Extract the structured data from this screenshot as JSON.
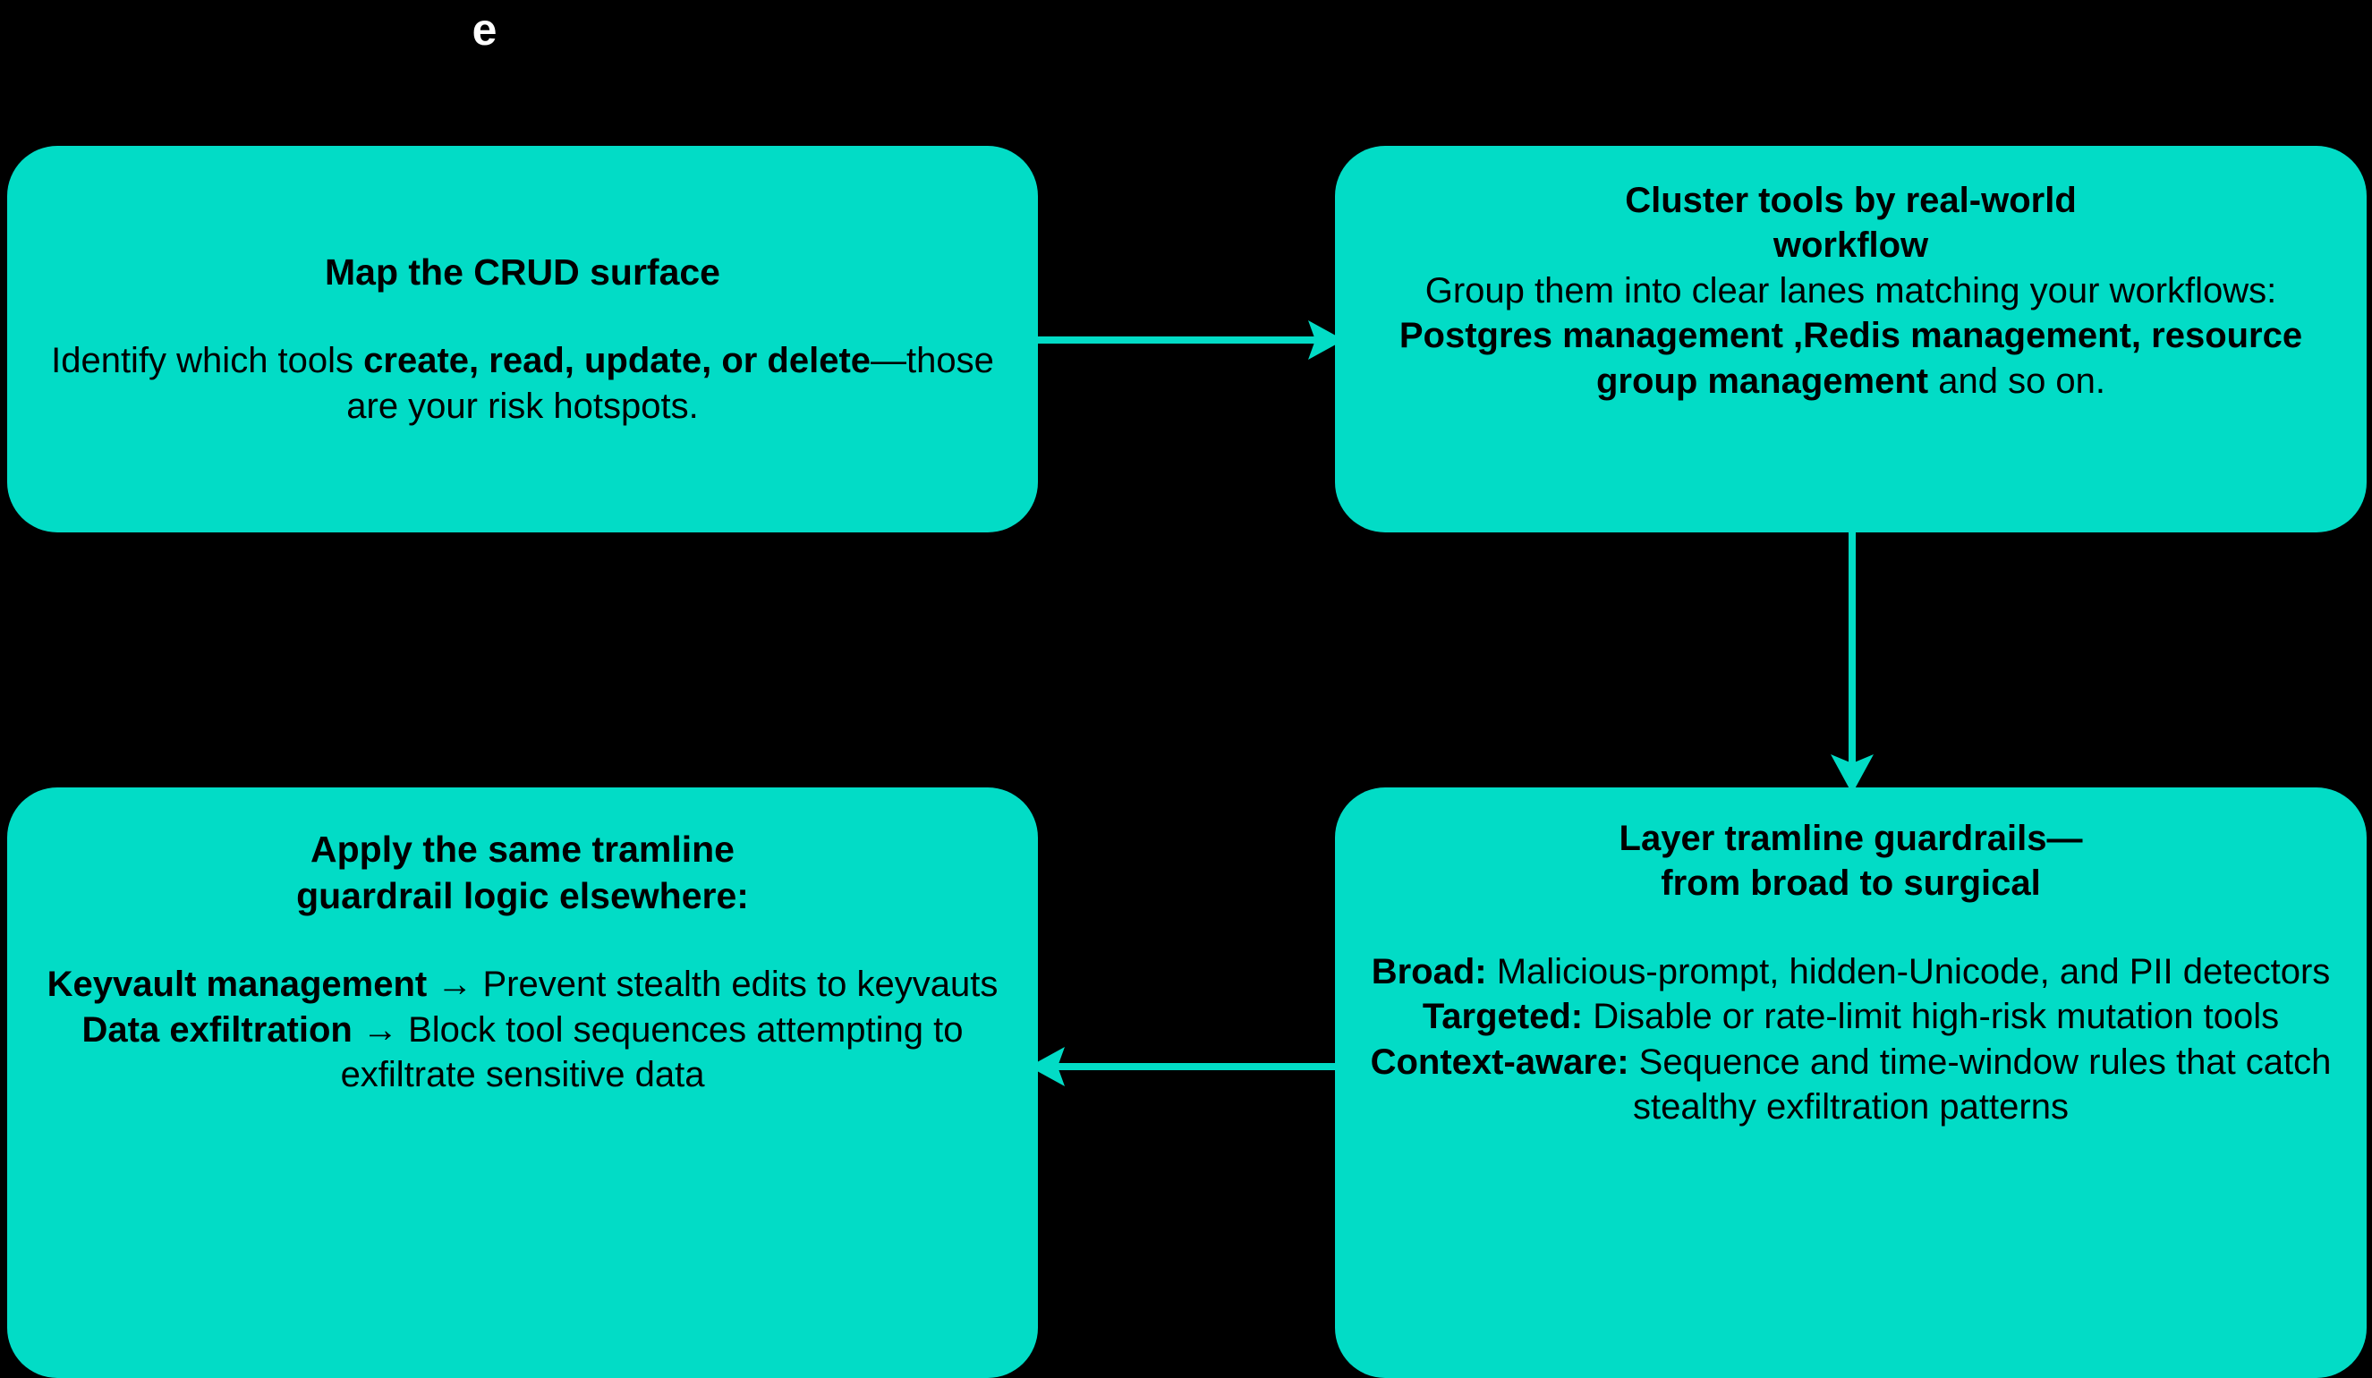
{
  "title": "e",
  "colors": {
    "background": "#000000",
    "node_fill": "#02DCC6",
    "node_text": "#000000",
    "title_text": "#ffffff",
    "arrow": "#02DCC6"
  },
  "nodes": [
    {
      "id": "map-crud",
      "title": "Map the CRUD surface",
      "body_plain": "Identify which tools create, read, update, or delete—those are your risk hotspots.",
      "body_html": "Identify which tools <b>create, read, update, or delete</b>—those are your risk hotspots."
    },
    {
      "id": "cluster-tools",
      "title": "Cluster tools by real-world\nworkflow",
      "body_plain": "Group them into clear lanes matching your workflows: Postgres management ,Redis management, resource group management and so on.",
      "body_html": "Group them into clear lanes matching your workflows: <b>Postgres management ,Redis management, resource group management</b> and so on."
    },
    {
      "id": "layer-guardrails",
      "title": "Layer tramline guardrails—\nfrom broad to surgical",
      "body_plain": "Broad: Malicious-prompt, hidden-Unicode, and PII detectors\nTargeted: Disable or rate-limit high-risk mutation tools\nContext-aware: Sequence and time-window rules that catch stealthy exfiltration patterns",
      "body_html": "<b>Broad:</b> Malicious-prompt, hidden-Unicode, and PII detectors<br><b>Targeted:</b> Disable or rate-limit high-risk mutation tools<br><b>Context-aware:</b> Sequence and time-window rules that catch stealthy exfiltration patterns"
    },
    {
      "id": "apply-tramline",
      "title": "Apply the same tramline\nguardrail logic elsewhere:",
      "body_plain": "Keyvault management → Prevent stealth edits to keyvauts\nData exfiltration → Block tool sequences attempting to exfiltrate sensitive data",
      "body_html": "<b>Keyvault management</b> → Prevent stealth edits to keyvauts<br><b>Data exfiltration</b> → Block tool sequences attempting to exfiltrate sensitive data"
    }
  ],
  "edges": [
    {
      "id": "edge-top",
      "from": "map-crud",
      "to": "cluster-tools",
      "direction": "right",
      "label": ""
    },
    {
      "id": "edge-right",
      "from": "cluster-tools",
      "to": "layer-guardrails",
      "direction": "down",
      "label": ""
    },
    {
      "id": "edge-bottom",
      "from": "layer-guardrails",
      "to": "apply-tramline",
      "direction": "left",
      "label": ""
    }
  ]
}
